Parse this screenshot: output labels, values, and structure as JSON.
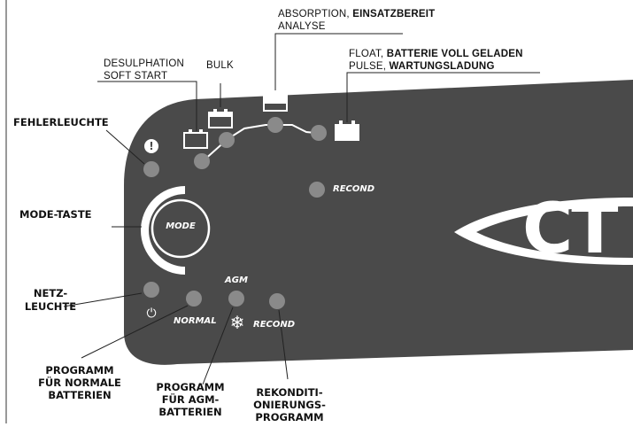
{
  "labels": {
    "desulphation": "DESULPHATION",
    "soft_start": "SOFT START",
    "bulk": "BULK",
    "absorption_prefix": "ABSORPTION, ",
    "absorption_bold": "EINSATZBEREIT",
    "analyse": "ANALYSE",
    "float_prefix": "FLOAT, ",
    "float_bold": "BATTERIE VOLL GELADEN",
    "pulse_prefix": "PULSE, ",
    "pulse_bold": "WARTUNGSLADUNG"
  },
  "side_labels": {
    "fehlerleuchte": "FEHLERLEUCHTE",
    "mode_taste": "MODE-TASTE",
    "netzleuchte_1": "NETZ-",
    "netzleuchte_2": "LEUCHTE"
  },
  "bottom_labels": {
    "normal_1": "PROGRAMM",
    "normal_2": "FÜR NORMALE",
    "normal_3": "BATTERIEN",
    "agm_1": "PROGRAMM",
    "agm_2": "FÜR AGM-",
    "agm_3": "BATTERIEN",
    "recond_1": "REKONDITI-",
    "recond_2": "ONIERUNGS-",
    "recond_3": "PROGRAMM"
  },
  "panel": {
    "recond_upper": "RECOND",
    "mode": "MODE",
    "agm": "AGM",
    "normal": "NORMAL",
    "recond_lower": "RECOND",
    "brand": "CT",
    "error_symbol": "!",
    "power_symbol": "⏻",
    "snow_symbol": "❄"
  },
  "colors": {
    "panel": "#4a4a4a",
    "led": "#8a8a8a",
    "text_on_panel": "#ffffff",
    "ink": "#111111"
  }
}
